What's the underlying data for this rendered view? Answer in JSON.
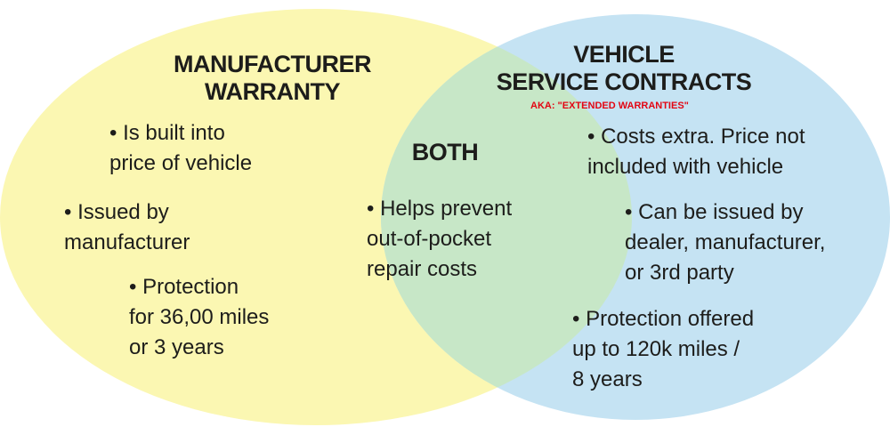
{
  "colors": {
    "left_circle": "#fbf7b2",
    "right_circle": "#c5e3f3",
    "overlap": "#c7e7c7",
    "text": "#1d1d1b",
    "aka_text": "#e30613"
  },
  "manufacturer": {
    "title_line1": "MANUFACTURER",
    "title_line2": "WARRANTY",
    "bullets": [
      {
        "line1": "• Is built into",
        "line2": "price of vehicle"
      },
      {
        "line1": "• Issued by",
        "line2": "manufacturer"
      },
      {
        "line1": "• Protection",
        "line2": "for 36,00 miles",
        "line3": "or 3 years"
      }
    ]
  },
  "both": {
    "title": "BOTH",
    "bullet": {
      "line1": "• Helps prevent",
      "line2": "out-of-pocket",
      "line3": "repair costs"
    }
  },
  "service_contracts": {
    "title_line1": "VEHICLE",
    "title_line2": "SERVICE CONTRACTS",
    "aka": "AKA: \"EXTENDED WARRANTIES\"",
    "bullets": [
      {
        "line1": "• Costs extra. Price not",
        "line2": "included with vehicle"
      },
      {
        "line1": "• Can be issued by",
        "line2": "dealer, manufacturer,",
        "line3": "or 3rd party"
      },
      {
        "line1": "• Protection offered",
        "line2": "up to 120k miles /",
        "line3": "8 years"
      }
    ]
  }
}
